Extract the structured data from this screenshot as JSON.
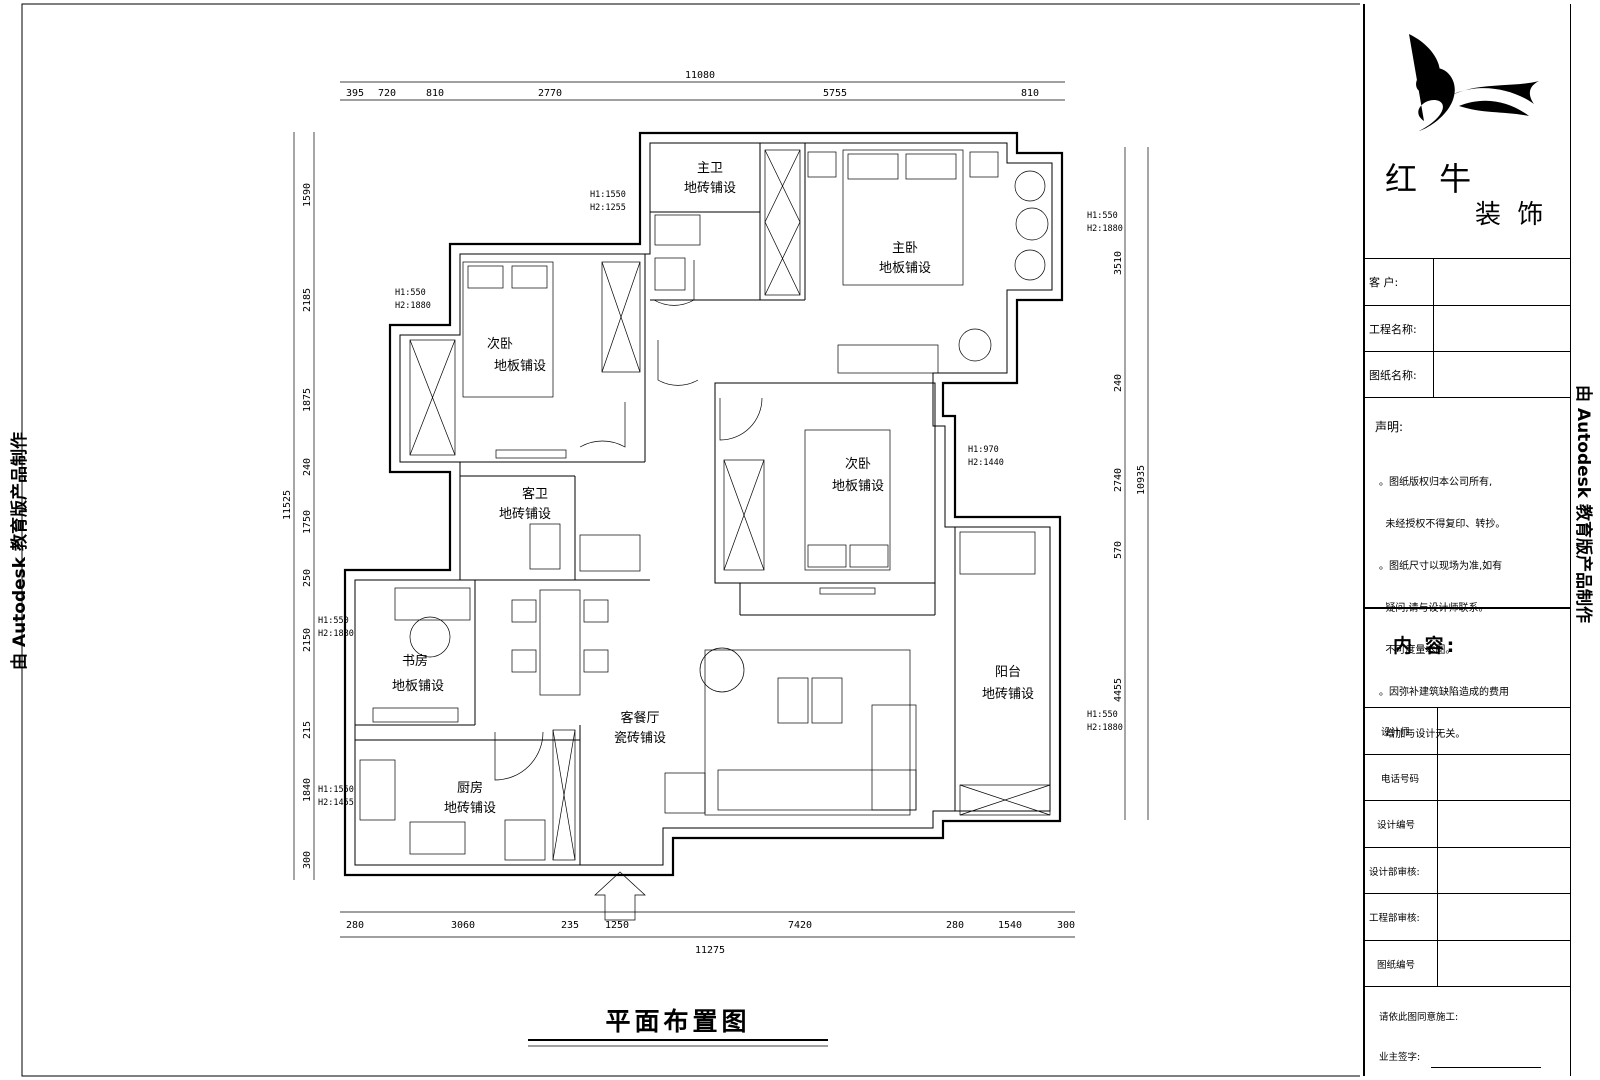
{
  "page_title": "平面布置图",
  "side_label": "由 Autodesk 教育版产品制作",
  "brand": {
    "line1": "红 牛",
    "line2": "装 饰"
  },
  "title_block": {
    "rows": [
      {
        "label": "客  户:"
      },
      {
        "label": "工程名称:"
      },
      {
        "label": "图纸名称:"
      }
    ],
    "notice_title": "声明:",
    "notices": [
      "。图纸版权归本公司所有,",
      "  未经授权不得复印、转抄。",
      "。图纸尺寸以现场为准,如有",
      "  疑问,请与设计师联系。",
      "  不可度量本图。",
      "。因弥补建筑缺陷造成的费用",
      "  增加与设计无关。"
    ],
    "content_label": "内 容:",
    "sign_rows": [
      {
        "label": "设计师:"
      },
      {
        "label": "电话号码"
      },
      {
        "label": "设计编号"
      },
      {
        "label": "设计部审核:"
      },
      {
        "label": "工程部审核:"
      },
      {
        "label": "图纸编号"
      }
    ],
    "footer_lines": [
      "请依此图同意施工:",
      "业主签字:"
    ]
  },
  "dimensions": {
    "top_total": "11080",
    "top": [
      "395",
      "720",
      "810",
      "2770",
      "5755",
      "810"
    ],
    "bottom_total": "11275",
    "bottom": [
      "280",
      "3060",
      "235",
      "1250",
      "7420",
      "280",
      "1540",
      "300"
    ],
    "left_total": "11525",
    "left": [
      "1590",
      "2185",
      "1875",
      "240",
      "1750",
      "250",
      "2150",
      "215",
      "1840",
      "300"
    ],
    "right_total": "10935",
    "right": [
      "3510",
      "240",
      "2740",
      "570",
      "4455"
    ]
  },
  "rooms": [
    {
      "id": "master-bath",
      "name": "主卫",
      "finish": "地砖铺设"
    },
    {
      "id": "master-bed",
      "name": "主卧",
      "finish": "地板铺设"
    },
    {
      "id": "kids-room",
      "name": "次卧",
      "finish": "地板铺设"
    },
    {
      "id": "second-bed",
      "name": "次卧",
      "finish": "地板铺设"
    },
    {
      "id": "guest-bath",
      "name": "客卫",
      "finish": "地砖铺设"
    },
    {
      "id": "study",
      "name": "书房",
      "finish": "地板铺设"
    },
    {
      "id": "living",
      "name": "客餐厅",
      "finish": "瓷砖铺设"
    },
    {
      "id": "kitchen",
      "name": "厨房",
      "finish": "地砖铺设"
    },
    {
      "id": "balcony",
      "name": "阳台",
      "finish": "地砖铺设"
    }
  ],
  "annotations": [
    "H1:1550",
    "H2:1255",
    "H1:550",
    "H2:1880",
    "H1:550",
    "H2:1880",
    "H1:970",
    "H2:1440",
    "H1:550",
    "H2:1880",
    "H1:1550",
    "H2:1455",
    "H1:550",
    "H2:1880"
  ]
}
